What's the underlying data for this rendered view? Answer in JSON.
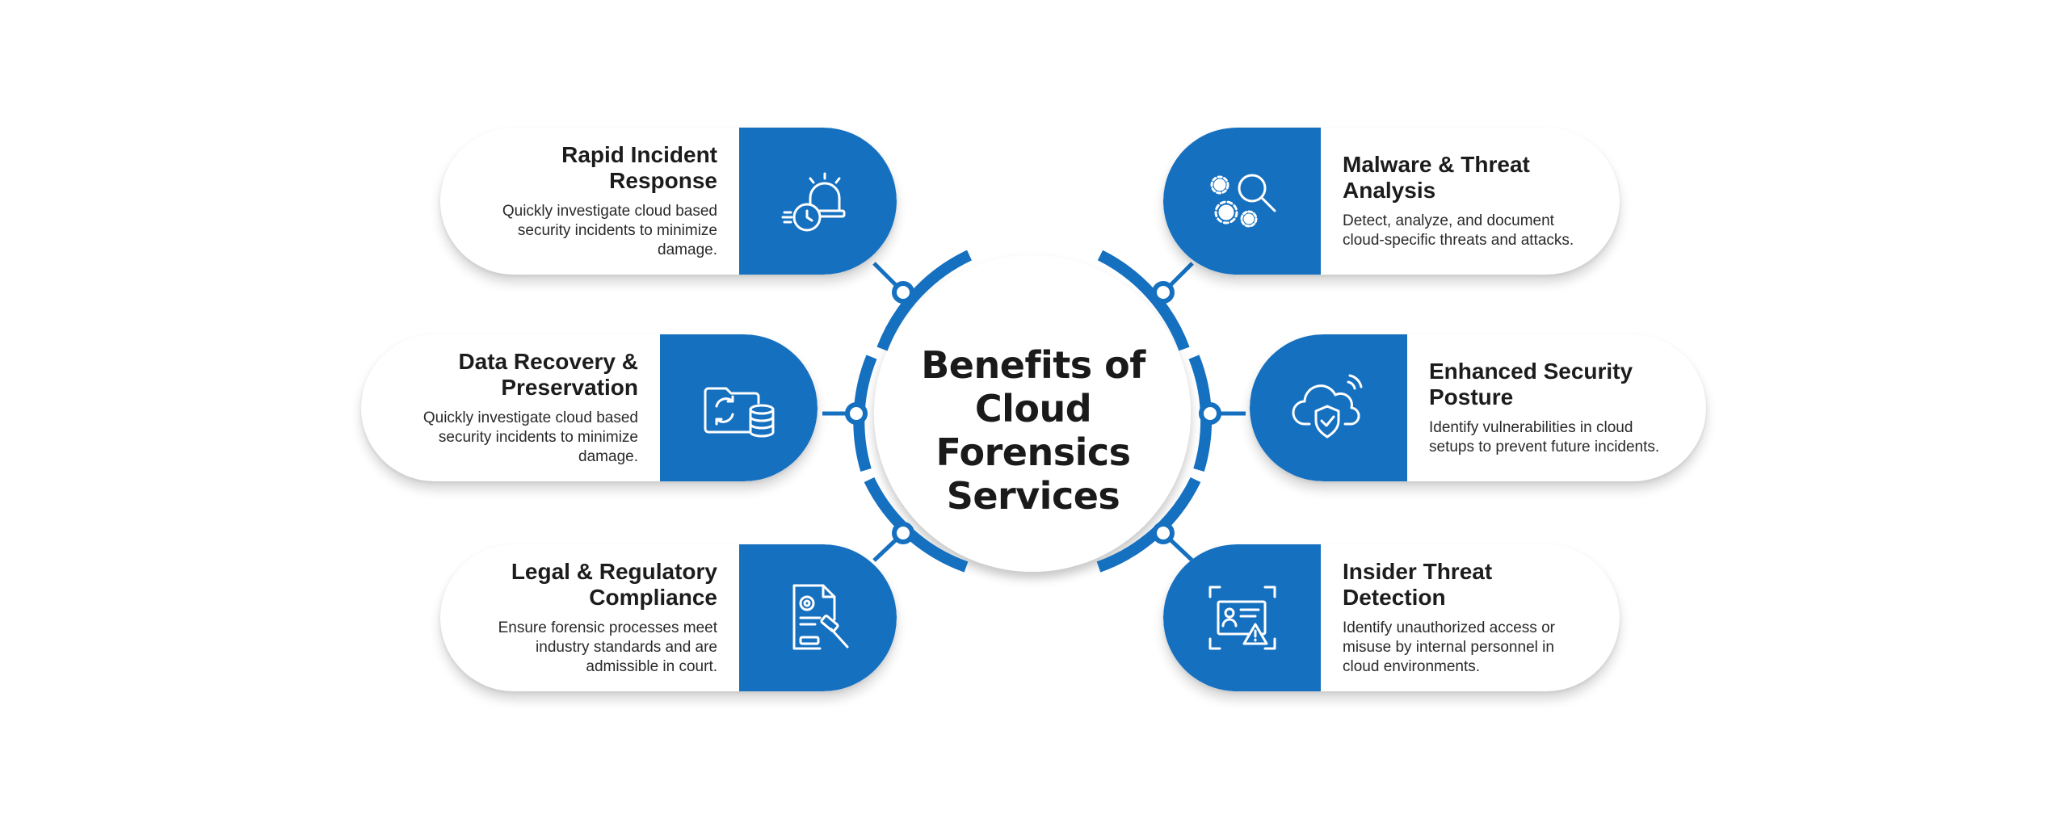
{
  "center": {
    "line1": "Benefits of",
    "line2": "Cloud",
    "line3": "Forensics",
    "line4": "Services"
  },
  "colors": {
    "accent": "#1570c0",
    "text": "#1c1c1c",
    "background": "#ffffff"
  },
  "items": [
    {
      "title": "Rapid Incident Response",
      "description": "Quickly investigate cloud based security incidents to minimize damage.",
      "icon": "alarm-clock-icon"
    },
    {
      "title": "Data Recovery & Preservation",
      "description": "Quickly investigate cloud based security incidents to minimize damage.",
      "icon": "folder-database-sync-icon"
    },
    {
      "title": "Legal & Regulatory Compliance",
      "description": "Ensure forensic processes meet industry standards and are admissible in court.",
      "icon": "document-gavel-icon"
    },
    {
      "title": "Malware & Threat Analysis",
      "description": "Detect, analyze, and document cloud-specific threats and attacks.",
      "icon": "gears-magnifier-icon"
    },
    {
      "title": "Enhanced Security Posture",
      "description": "Identify vulnerabilities in cloud setups to prevent future incidents.",
      "icon": "cloud-shield-icon"
    },
    {
      "title": "Insider Threat Detection",
      "description": "Identify unauthorized access or misuse by internal personnel in cloud environments.",
      "icon": "id-card-warning-icon"
    }
  ]
}
